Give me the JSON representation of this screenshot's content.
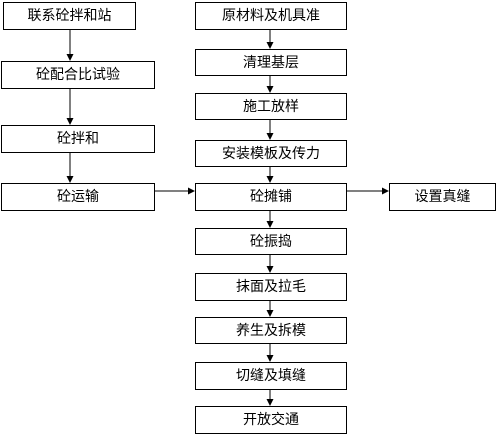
{
  "colors": {
    "line": "#000000",
    "node_fill": "#ffffff",
    "text": "#000000"
  },
  "left_column": {
    "mixing_station": "联系砼拌和站",
    "mix_ratio_test": "砼配合比试验",
    "concrete_mixing": "砼拌和",
    "concrete_transport": "砼运输"
  },
  "main_column": {
    "materials_ready": "原材料及机具准",
    "clean_base": "清理基层",
    "setting_out": "施工放样",
    "formwork_dowels": "安装模板及传力",
    "concrete_spreading": "砼摊铺",
    "vibrating": "砼振捣",
    "finishing_texturing": "抹面及拉毛",
    "curing_form_removal": "养生及拆模",
    "joint_cutting_filling": "切缝及填缝",
    "open_traffic": "开放交通"
  },
  "side_node": {
    "dummy_joint": "设置真缝"
  }
}
